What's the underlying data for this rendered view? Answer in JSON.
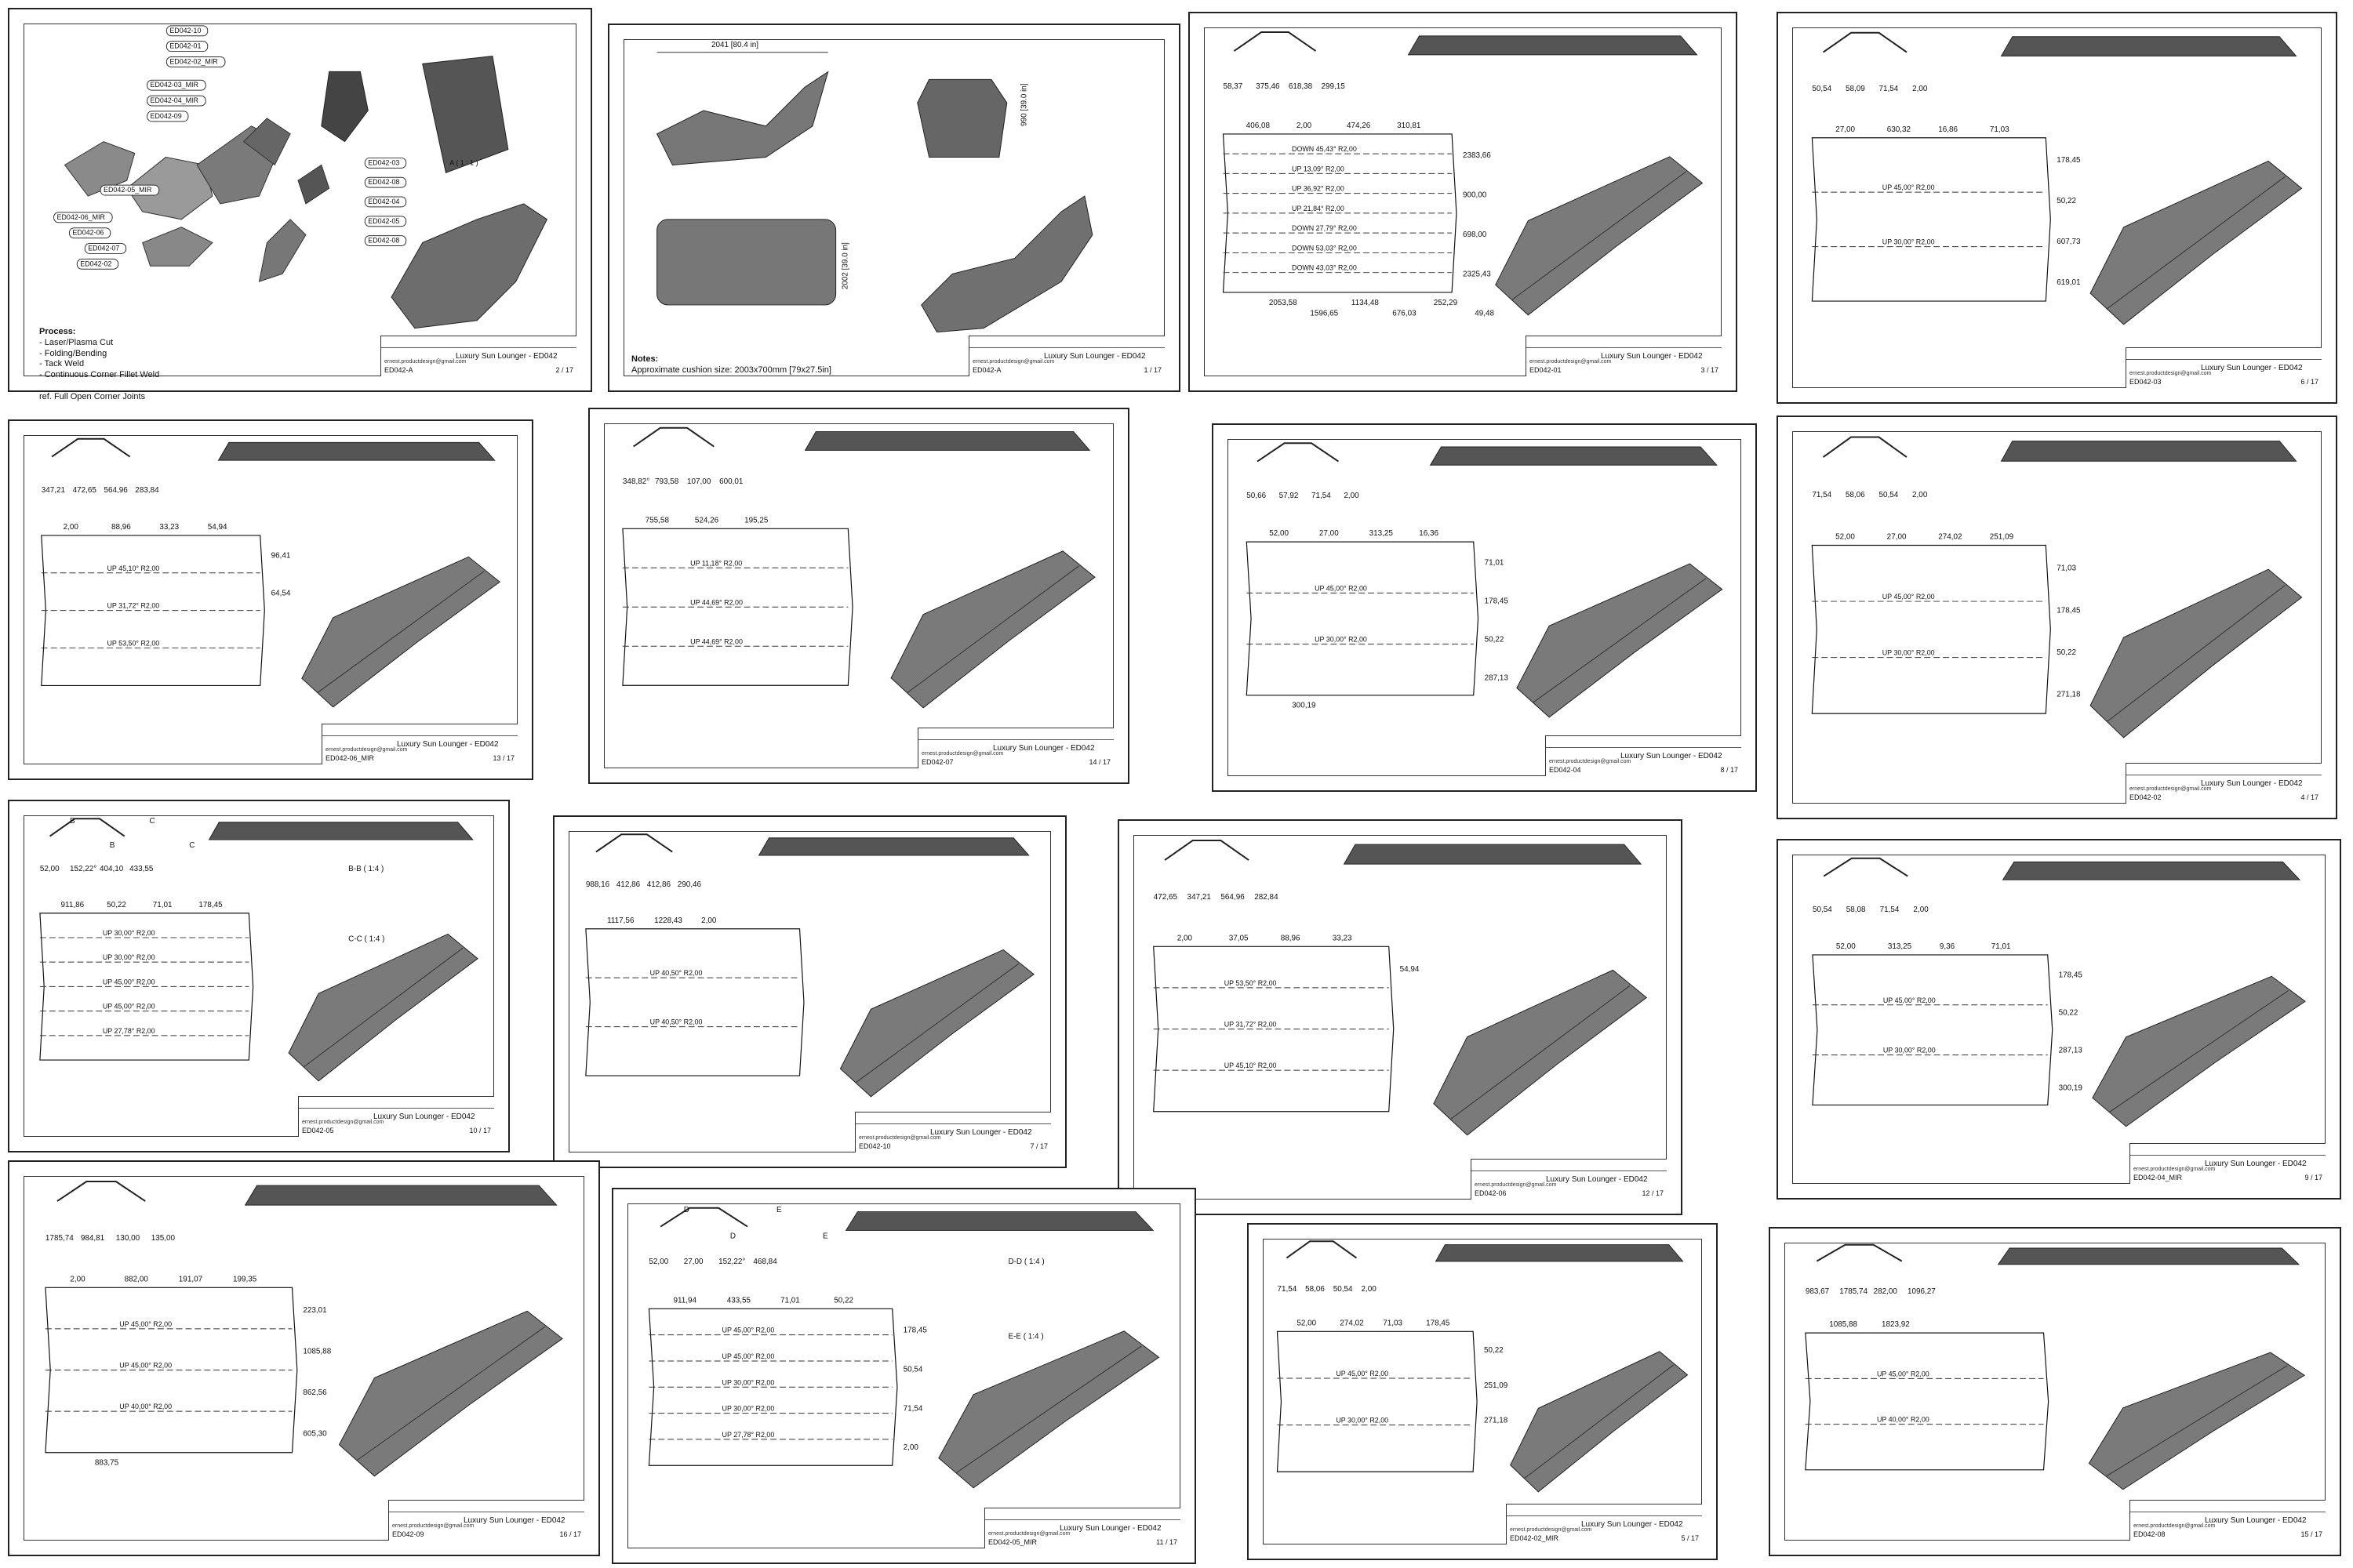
{
  "common": {
    "project_title": "Luxury Sun Lounger - ED042",
    "email": "ernest.productdesign@gmail.com"
  },
  "sheets": [
    {
      "id": "s1",
      "part": "ED042-A",
      "sheet": "2 / 17",
      "labels": [
        "ED042-10",
        "ED042-01",
        "ED042-02_MIR",
        "ED042-03_MIR",
        "ED042-04_MIR",
        "ED042-09",
        "ED042-05_MIR",
        "ED042-06_MIR",
        "ED042-06",
        "ED042-07",
        "ED042-02",
        "ED042-03",
        "ED042-08",
        "ED042-04",
        "ED042-05",
        "ED042-08"
      ],
      "view_label": "A ( 1 : 1 )",
      "process_title": "Process:",
      "process_lines": [
        "- Laser/Plasma Cut",
        "- Folding/Bending",
        "- Tack Weld",
        "- Continuous Corner Fillet Weld",
        "",
        "ref. Full Open Corner Joints"
      ]
    },
    {
      "id": "s2",
      "part": "ED042-A",
      "sheet": "1 / 17",
      "dims": [
        "2041 [80.4 in]",
        "990 [39.0 in]",
        "2002 [39.0 in]"
      ],
      "notes_title": "Notes:",
      "notes_text": "Approximate cushion size: 2003x700mm [79x27.5in]"
    },
    {
      "id": "s3",
      "part": "ED042-01",
      "sheet": "3 / 17",
      "dims": [
        "58,37",
        "375,46",
        "618,38",
        "299,15",
        "406,08",
        "2,00",
        "474,26",
        "310,81",
        "2383,66",
        "900,00",
        "698,00",
        "2325,43",
        "2053,58",
        "1596,65",
        "1134,48",
        "676,03",
        "252,29",
        "49,48"
      ],
      "bends": [
        "DOWN 45,43° R2,00",
        "UP 13,09° R2,00",
        "UP 36,92° R2,00",
        "UP 21,84° R2,00",
        "DOWN 27,79° R2,00",
        "DOWN 53,03° R2,00",
        "DOWN 43,03° R2,00"
      ]
    },
    {
      "id": "s4",
      "part": "ED042-03",
      "sheet": "6 / 17",
      "dims": [
        "50,54",
        "58,09",
        "71,54",
        "2,00",
        "27,00",
        "630,32",
        "16,86",
        "71,03",
        "178,45",
        "50,22",
        "607,73",
        "619,01"
      ],
      "bends": [
        "UP 45,00° R2,00",
        "UP 30,00° R2,00"
      ]
    },
    {
      "id": "s5",
      "part": "ED042-06_MIR",
      "sheet": "13 / 17",
      "dims": [
        "347,21",
        "472,65",
        "564,96",
        "283,84",
        "2,00",
        "88,96",
        "33,23",
        "54,94",
        "96,41",
        "64,54"
      ],
      "bends": [
        "UP 45,10° R2,00",
        "UP 31,72° R2,00",
        "UP 53,50° R2,00"
      ]
    },
    {
      "id": "s6",
      "part": "ED042-07",
      "sheet": "14 / 17",
      "dims": [
        "348,82°",
        "793,58",
        "107,00",
        "600,01",
        "755,58",
        "524,26",
        "195,25"
      ],
      "bends": [
        "UP 11,18° R2,00",
        "UP 44,69° R2,00",
        "UP 44,69° R2,00"
      ]
    },
    {
      "id": "s7",
      "part": "ED042-04",
      "sheet": "8 / 17",
      "dims": [
        "50,66",
        "57,92",
        "71,54",
        "2,00",
        "52,00",
        "27,00",
        "313,25",
        "16,36",
        "71,01",
        "178,45",
        "50,22",
        "287,13",
        "300,19"
      ],
      "bends": [
        "UP 45,00° R2,00",
        "UP 30,00° R2,00"
      ]
    },
    {
      "id": "s8",
      "part": "ED042-02",
      "sheet": "4 / 17",
      "dims": [
        "71,54",
        "58,06",
        "50,54",
        "2,00",
        "52,00",
        "27,00",
        "274,02",
        "251,09",
        "71,03",
        "178,45",
        "50,22",
        "271,18"
      ],
      "bends": [
        "UP 45,00° R2,00",
        "UP 30,00° R2,00"
      ]
    },
    {
      "id": "s9",
      "part": "ED042-05",
      "sheet": "10 / 17",
      "dims": [
        "52,00",
        "152,22°",
        "404,10",
        "433,55",
        "911,86",
        "50,22",
        "71,01",
        "178,45"
      ],
      "bends": [
        "UP 30,00° R2,00",
        "UP 30,00° R2,00",
        "UP 45,00° R2,00",
        "UP 45,00° R2,00",
        "UP 27,78° R2,00"
      ],
      "sections": [
        "B-B ( 1:4 )",
        "C-C ( 1:4 )"
      ],
      "cut_letters": [
        "B",
        "B",
        "C",
        "C"
      ]
    },
    {
      "id": "s10",
      "part": "ED042-10",
      "sheet": "7 / 17",
      "dims": [
        "988,16",
        "412,86",
        "412,86",
        "290,46",
        "1117,56",
        "1228,43",
        "2,00"
      ],
      "bends": [
        "UP 40,50° R2,00",
        "UP 40,50° R2,00"
      ]
    },
    {
      "id": "s11",
      "part": "ED042-06",
      "sheet": "12 / 17",
      "dims": [
        "472,65",
        "347,21",
        "564,96",
        "282,84",
        "2,00",
        "37,05",
        "88,96",
        "33,23",
        "54,94"
      ],
      "bends": [
        "UP 53,50° R2,00",
        "UP 31,72° R2,00",
        "UP 45,10° R2,00"
      ]
    },
    {
      "id": "s12",
      "part": "ED042-04_MIR",
      "sheet": "9 / 17",
      "dims": [
        "50,54",
        "58,08",
        "71,54",
        "2,00",
        "52,00",
        "313,25",
        "9,36",
        "71,01",
        "178,45",
        "50,22",
        "287,13",
        "300,19"
      ],
      "bends": [
        "UP 45,00° R2,00",
        "UP 30,00° R2,00"
      ]
    },
    {
      "id": "s13",
      "part": "ED042-09",
      "sheet": "16 / 17",
      "dims": [
        "1785,74",
        "984,81",
        "130,00",
        "135,00",
        "2,00",
        "882,00",
        "191,07",
        "199,35",
        "223,01",
        "1085,88",
        "862,56",
        "605,30",
        "883,75"
      ],
      "bends": [
        "UP 45,00° R2,00",
        "UP 45,00° R2,00",
        "UP 40,00° R2,00"
      ]
    },
    {
      "id": "s14",
      "part": "ED042-05_MIR",
      "sheet": "11 / 17",
      "dims": [
        "52,00",
        "27,00",
        "152,22°",
        "468,84",
        "911,94",
        "433,55",
        "71,01",
        "50,22",
        "178,45",
        "50,54",
        "71,54",
        "2,00"
      ],
      "bends": [
        "UP 45,00° R2,00",
        "UP 45,00° R2,00",
        "UP 30,00° R2,00",
        "UP 30,00° R2,00",
        "UP 27,78° R2,00"
      ],
      "sections": [
        "D-D ( 1:4 )",
        "E-E ( 1:4 )"
      ],
      "cut_letters": [
        "D",
        "D",
        "E",
        "E"
      ]
    },
    {
      "id": "s15",
      "part": "ED042-02_MIR",
      "sheet": "5 / 17",
      "dims": [
        "71,54",
        "58,06",
        "50,54",
        "2,00",
        "52,00",
        "274,02",
        "71,03",
        "178,45",
        "50,22",
        "251,09",
        "271,18"
      ],
      "bends": [
        "UP 45,00° R2,00",
        "UP 30,00° R2,00"
      ]
    },
    {
      "id": "s16",
      "part": "ED042-08",
      "sheet": "15 / 17",
      "dims": [
        "983,67",
        "1785,74",
        "282,00",
        "1096,27",
        "1085,88",
        "1823,92"
      ],
      "bends": [
        "UP 45,00° R2,00",
        "UP 40,00° R2,00"
      ]
    }
  ]
}
